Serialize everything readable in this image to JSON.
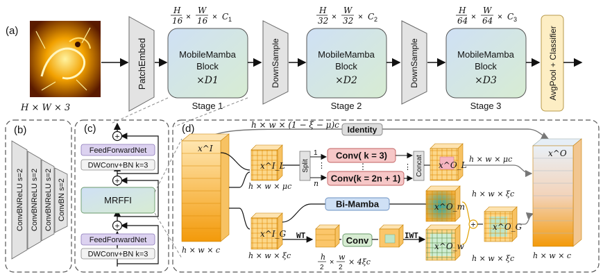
{
  "panel_labels": {
    "a": "(a)",
    "b": "(b)",
    "c": "(c)",
    "d": "(d)"
  },
  "input": {
    "size": "H × W × 3"
  },
  "patch_embed": "PatchEmbed",
  "stages": [
    {
      "block": "MobileMamba",
      "block2": "Block",
      "depth": "×D1",
      "stage": "Stage 1",
      "dims": "H/16 × W/16 × C1"
    },
    {
      "block": "MobileMamba",
      "block2": "Block",
      "depth": "×D2",
      "stage": "Stage 2",
      "dims": "H/32 × W/32 × C2"
    },
    {
      "block": "MobileMamba",
      "block2": "Block",
      "depth": "×D3",
      "stage": "Stage 3",
      "dims": "H/64 × W/64 × C3"
    }
  ],
  "downsample": "DownSample",
  "classifier": "AvgPool + Classifier",
  "panel_b": {
    "layers": [
      "ConvBNReLU s=2",
      "ConvBNReLU s=2",
      "ConvBNReLU s=2",
      "ConvBN s=2"
    ]
  },
  "panel_c": {
    "ffn": "FeedForwardNet",
    "dwconv": "DWConv+BN k=3",
    "mrffi": "MRFFI"
  },
  "panel_d": {
    "identity": "Identity",
    "identity_dims": "h × w × (1 − ξ − μ)c",
    "split": "Split",
    "concat": "Concat",
    "conv_top": "Conv( k = 3)",
    "conv_bottom": "Conv(k = 2n + 1)",
    "bimamba": "Bi-Mamba",
    "wt": "WT",
    "iwt": "IWT",
    "conv_mid": "Conv",
    "n1": "1",
    "nn": "n",
    "x_in": "x^I",
    "x_l": "x^I_L",
    "x_g": "x^I_G",
    "x_lo": "x^O_L",
    "x_m": "x^O_m",
    "x_w": "x^O_w",
    "x_go": "x^O_G",
    "x_out": "x^O",
    "dims_in": "h × w × c",
    "dims_l": "h × w × μc",
    "dims_g": "h × w × ξc",
    "dims_lo": "h × w × μc",
    "dims_m": "h × w × ξc",
    "dims_w": "h × w × ξc",
    "dims_wt": "h/2 × w/2 × 4ξc",
    "dims_out": "h × w × c"
  }
}
